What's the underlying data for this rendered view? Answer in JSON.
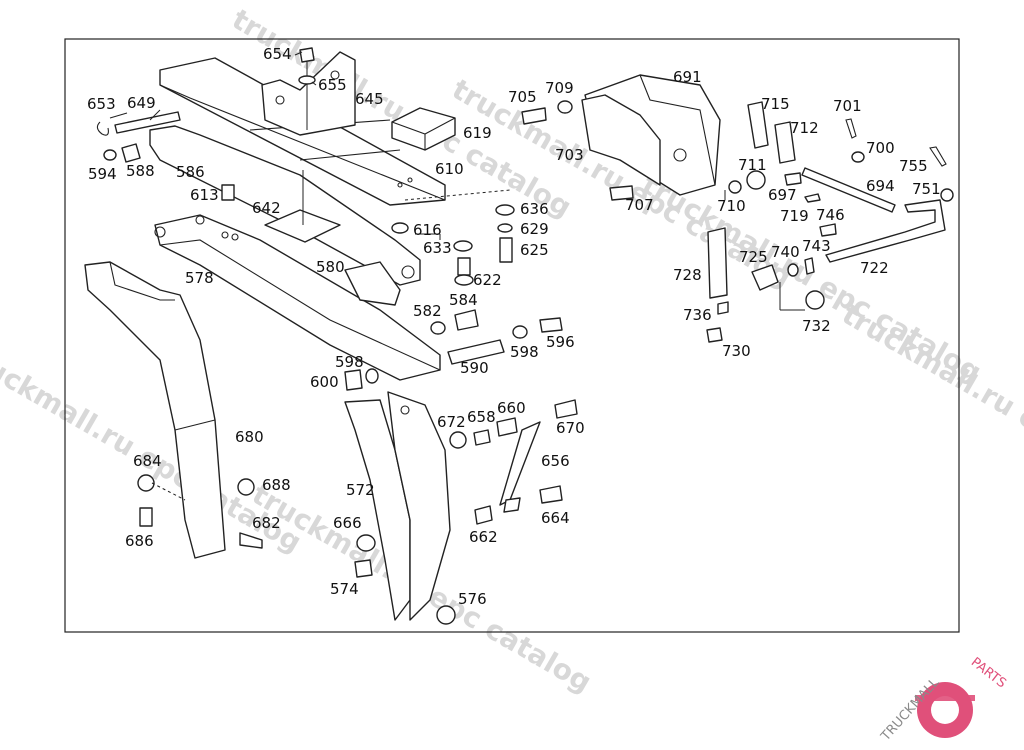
{
  "watermark": {
    "text_1": "truckmall.ru epc catalog",
    "text_2": "truckmall.ru epc catalog",
    "text_3": "truckmall.ru epc catalog",
    "text_4": "truckmall.ru epc catalog",
    "text_5": "truckmall.ru epc catalog",
    "text_6": "truckmall.ru epc catalog"
  },
  "logo": {
    "text": "TRUCKMALLPARTS",
    "part_a": "TRUCKMALL",
    "part_b": "PARTS",
    "color_a": "#8a8a8a",
    "color_b": "#e0507a"
  },
  "callouts": {
    "c653": "653",
    "c649": "649",
    "c654": "654",
    "c655": "655",
    "c645": "645",
    "c619": "619",
    "c610": "610",
    "c594": "594",
    "c588": "588",
    "c586": "586",
    "c613": "613",
    "c642": "642",
    "c616": "616",
    "c633": "633",
    "c636": "636",
    "c629": "629",
    "c625": "625",
    "c622": "622",
    "c580": "580",
    "c578": "578",
    "c582": "582",
    "c584": "584",
    "c598a": "598",
    "c598b": "598",
    "c596": "596",
    "c600": "600",
    "c590": "590",
    "c680": "680",
    "c684": "684",
    "c688": "688",
    "c686": "686",
    "c682": "682",
    "c572": "572",
    "c666": "666",
    "c574": "574",
    "c576": "576",
    "c672": "672",
    "c658": "658",
    "c660": "660",
    "c670": "670",
    "c656": "656",
    "c664": "664",
    "c662": "662",
    "c705": "705",
    "c709": "709",
    "c691": "691",
    "c703": "703",
    "c707": "707",
    "c710": "710",
    "c711": "711",
    "c715": "715",
    "c712": "712",
    "c701": "701",
    "c700": "700",
    "c755": "755",
    "c697": "697",
    "c694": "694",
    "c751": "751",
    "c719": "719",
    "c746": "746",
    "c728": "728",
    "c725": "725",
    "c740": "740",
    "c743": "743",
    "c722": "722",
    "c736": "736",
    "c732": "732",
    "c730": "730"
  }
}
